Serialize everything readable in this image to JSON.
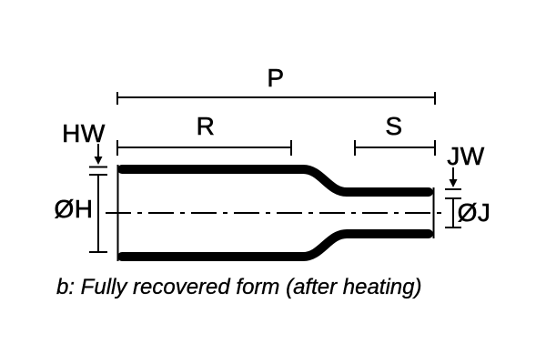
{
  "diagram": {
    "caption": "b: Fully recovered form (after heating)",
    "dims": {
      "overall_length": "P",
      "large_end_length": "R",
      "small_end_length": "S",
      "large_end_wall": "HW",
      "small_end_wall": "JW",
      "large_end_diameter": "ØH",
      "small_end_diameter": "ØJ"
    }
  },
  "colors": {
    "ink": "#000000",
    "background": "#ffffff"
  }
}
